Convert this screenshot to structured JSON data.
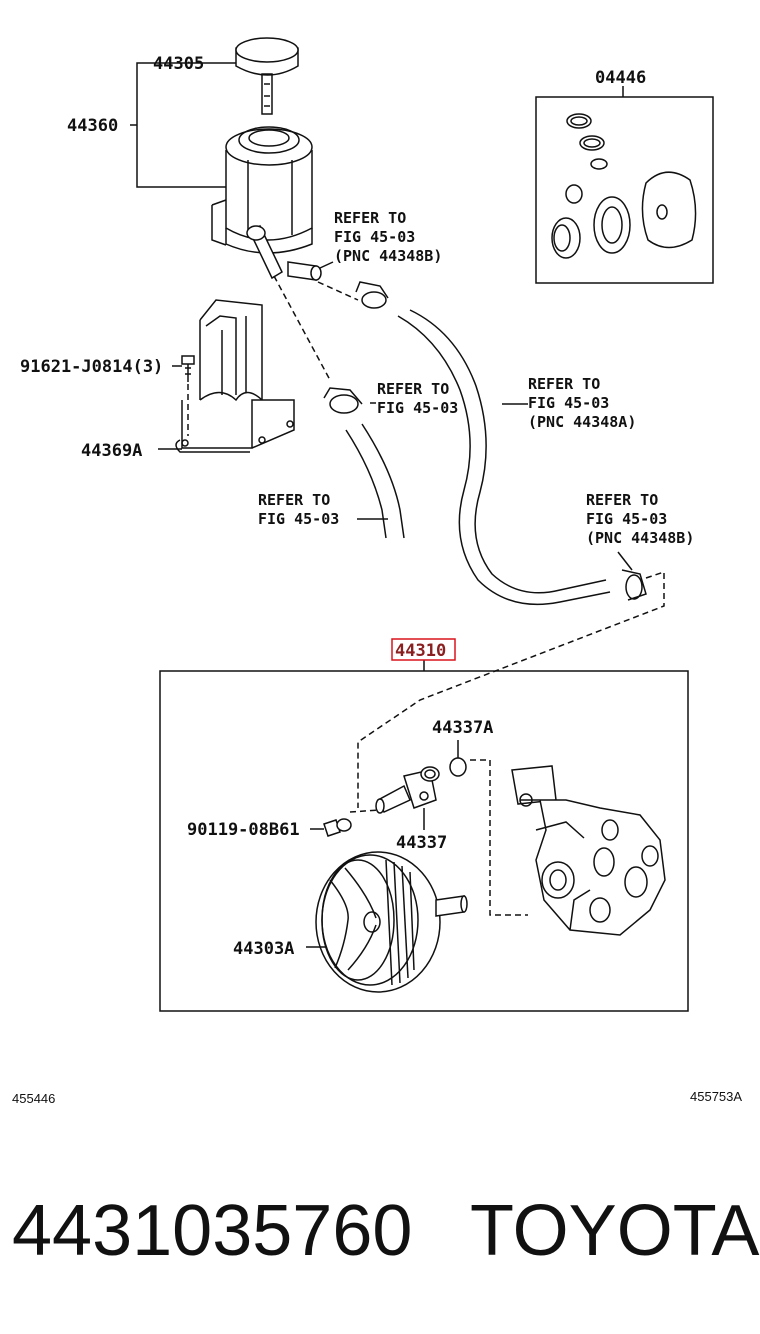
{
  "callouts": {
    "c44305": "44305",
    "c44360": "44360",
    "c04446": "04446",
    "c91621": "91621-J0814(3)",
    "c44369A": "44369A",
    "c44310": "44310",
    "c44337A": "44337A",
    "c90119": "90119-08B61",
    "c44337": "44337",
    "c44303A": "44303A"
  },
  "refer_notes": {
    "ref1": [
      "REFER TO",
      "FIG 45-03",
      "(PNC 44348B)"
    ],
    "ref2": [
      "REFER TO",
      "FIG 45-03"
    ],
    "ref3": [
      "REFER TO",
      "FIG 45-03",
      "(PNC 44348A)"
    ],
    "ref4": [
      "REFER TO",
      "FIG 45-03"
    ],
    "ref5": [
      "REFER TO",
      "FIG 45-03",
      "(PNC 44348B)"
    ]
  },
  "codes": {
    "left": "455446",
    "right": "455753A"
  },
  "footer": {
    "part_number": "4431035760",
    "brand": "TOYOTA"
  },
  "colors": {
    "highlight": "#d9141c",
    "ink": "#111111"
  }
}
